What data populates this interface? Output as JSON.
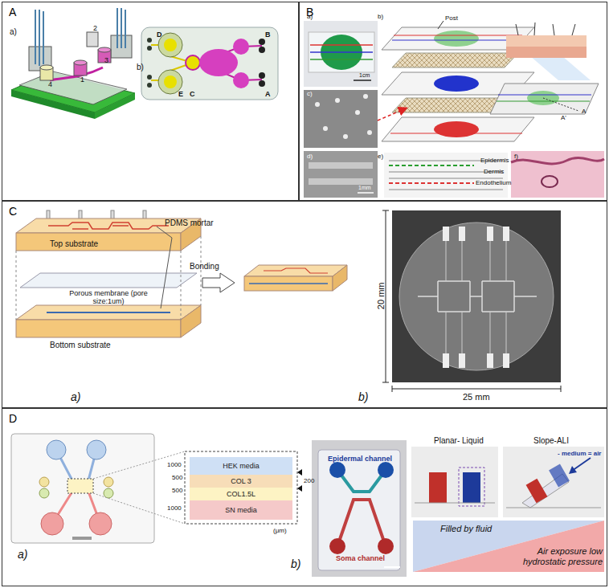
{
  "diagram": {
    "nodes": [
      {
        "text": [
          "A"
        ]
      },
      {
        "text": [
          "B"
        ]
      },
      {
        "text": [
          "C"
        ]
      },
      {
        "text": [
          "D"
        ]
      },
      {
        "text": [
          "HEK media"
        ],
        "in": 3
      },
      {
        "text": [
          "COL 3"
        ],
        "in": 3
      },
      {
        "text": [
          "COL1.5L"
        ],
        "in": 3
      },
      {
        "text": [
          "SN media"
        ],
        "in": 3
      }
    ],
    "labels": [
      "a)",
      "4",
      "1",
      "3",
      "2",
      "b)",
      "D",
      "B",
      "E",
      "C",
      "A",
      "a)",
      "1cm",
      "b)",
      "Post",
      "A",
      "A'",
      "c)",
      "d)",
      "1mm",
      "e)",
      "Epidermis",
      "Dermis",
      "Endothelium",
      "f)",
      "Top substrate",
      "PDMS mortar",
      "Porous membrane (pore size:1um)",
      "Bonding",
      "Bottom substrate",
      "a)",
      "20 mm",
      "25 mm",
      "b)",
      "1000",
      "500",
      "500",
      "1000",
      "200",
      "(μm)",
      "a)",
      "Epidermal channel",
      "Soma channel",
      "Planar- Liquid",
      "Slope-ALI",
      "- medium = air",
      "Filled by fluid",
      "Air exposure low hydrostatic pressure",
      "b)"
    ]
  }
}
